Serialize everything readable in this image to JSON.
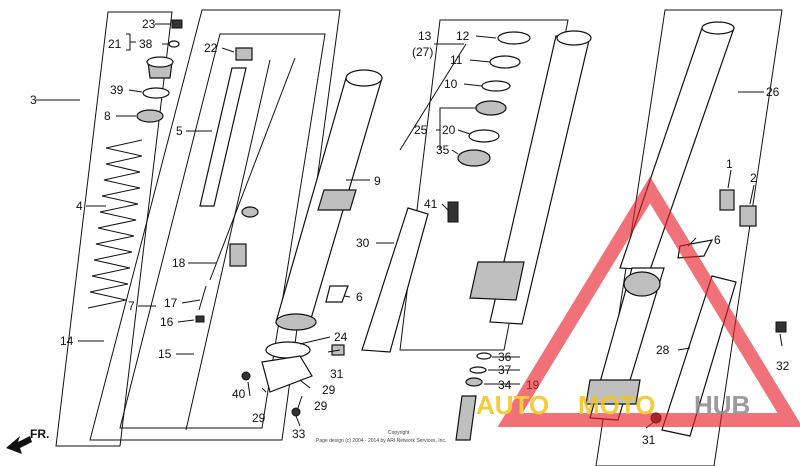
{
  "diagram": {
    "callouts": {
      "c1": "1",
      "c2": "2",
      "c3": "3",
      "c4": "4",
      "c5": "5",
      "c6a": "6",
      "c6b": "6",
      "c7": "7",
      "c8": "8",
      "c9": "9",
      "c10": "10",
      "c11": "11",
      "c12": "12",
      "c13": "13",
      "c13sub": "(27)",
      "c14": "14",
      "c15": "15",
      "c16": "16",
      "c17": "17",
      "c18": "18",
      "c19": "19",
      "c20": "20",
      "c21": "21",
      "c22": "22",
      "c23": "23",
      "c24": "24",
      "c25": "25",
      "c26": "26",
      "c28": "28",
      "c29a": "29",
      "c29b": "29",
      "c29c": "29",
      "c30": "30",
      "c31a": "31",
      "c31b": "31",
      "c32": "32",
      "c33": "33",
      "c34": "34",
      "c35": "35",
      "c36": "36",
      "c37": "37",
      "c38": "38",
      "c39": "39",
      "c40": "40",
      "c41": "41"
    },
    "direction_label": "FR.",
    "copyright_line1": "Copyright",
    "copyright_line2": "Page design (c) 2004 - 2014 by ARI Network Services, Inc.",
    "watermark": {
      "part1": "AUTO",
      "part2": "MOTO",
      "part3": "HUB",
      "color_red": "#e8202a",
      "color_yellow": "#f4c21b",
      "color_gray": "#8a8a8a"
    }
  }
}
